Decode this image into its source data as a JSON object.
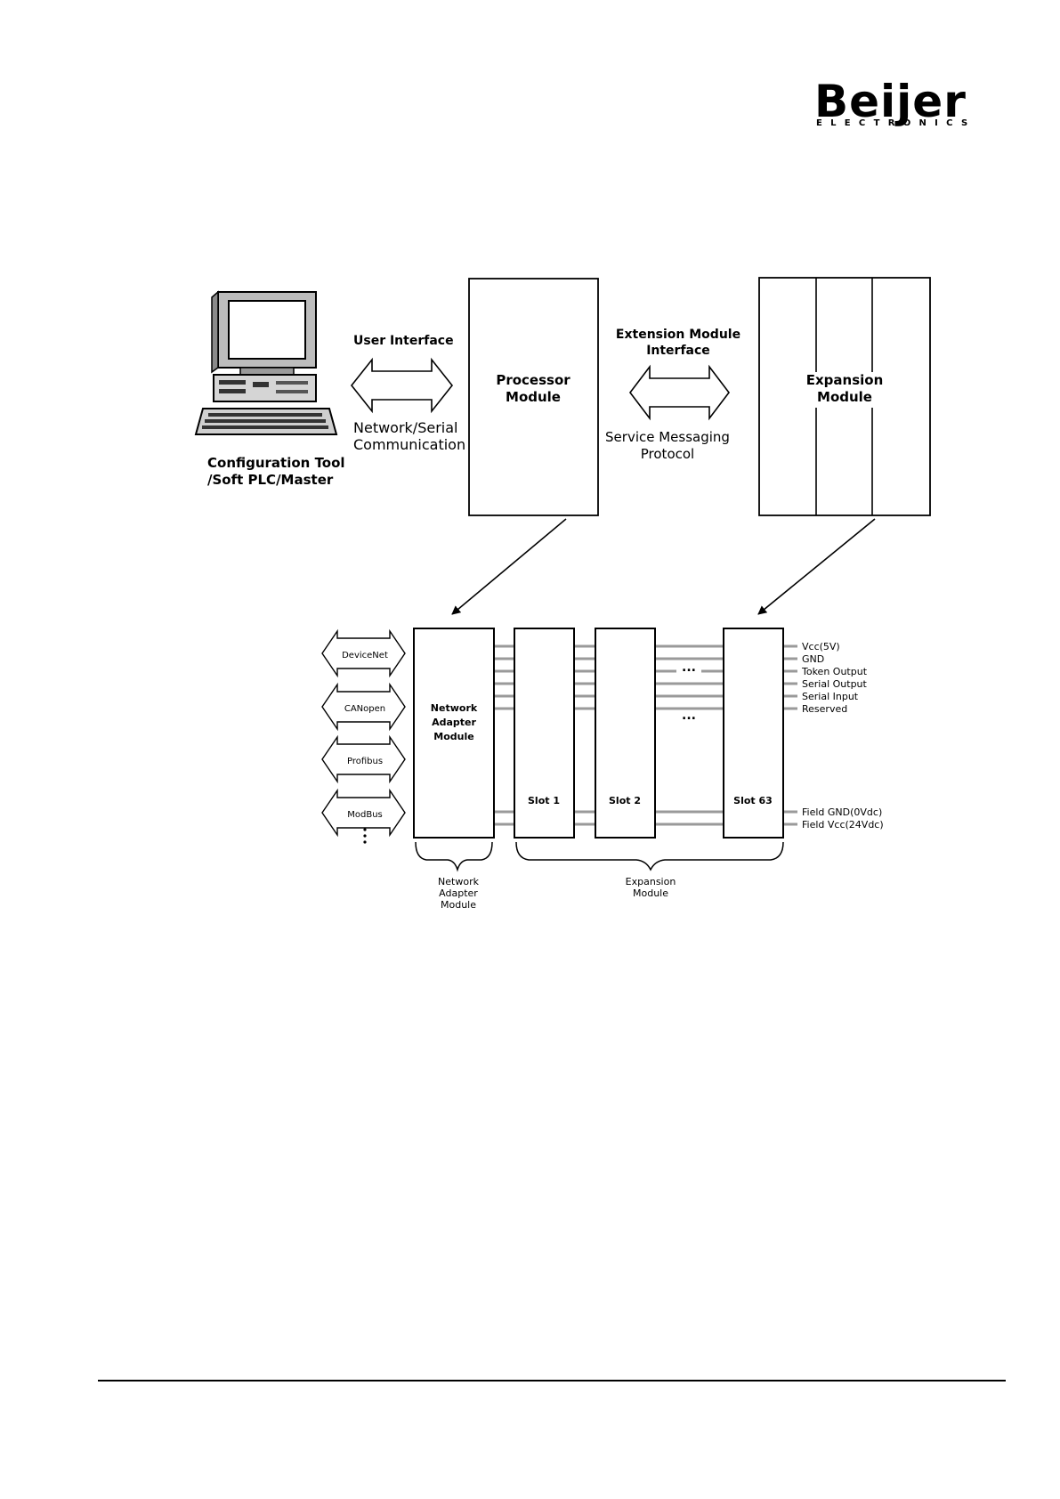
{
  "logo": {
    "name": "Beijer",
    "tagline": "ELECTRONICS"
  },
  "diagram": {
    "pc_caption": [
      "Configuration Tool",
      "/Soft PLC/Master"
    ],
    "user_interface": "User Interface",
    "network_serial": [
      "Network/Serial",
      "Communication"
    ],
    "processor_module": [
      "Processor",
      "Module"
    ],
    "extension_interface": [
      "Extension Module",
      "Interface"
    ],
    "service_messaging": [
      "Service Messaging",
      "Protocol"
    ],
    "expansion_module": [
      "Expansion",
      "Module"
    ],
    "fieldbuses": [
      "DeviceNet",
      "CANopen",
      "Profibus",
      "ModBus"
    ],
    "network_adapter_block": [
      "Network",
      "Adapter",
      "Module"
    ],
    "slots": [
      "Slot 1",
      "Slot 2",
      "Slot 63"
    ],
    "ellipsis": "...",
    "signals": [
      "Vcc(5V)",
      "GND",
      "Token Output",
      "Serial Output",
      "Serial Input",
      "Reserved"
    ],
    "field_signals": [
      "Field GND(0Vdc)",
      "Field Vcc(24Vdc)"
    ],
    "brace_network": [
      "Network",
      "Adapter",
      "Module"
    ],
    "brace_expansion": [
      "Expansion",
      "Module"
    ]
  }
}
